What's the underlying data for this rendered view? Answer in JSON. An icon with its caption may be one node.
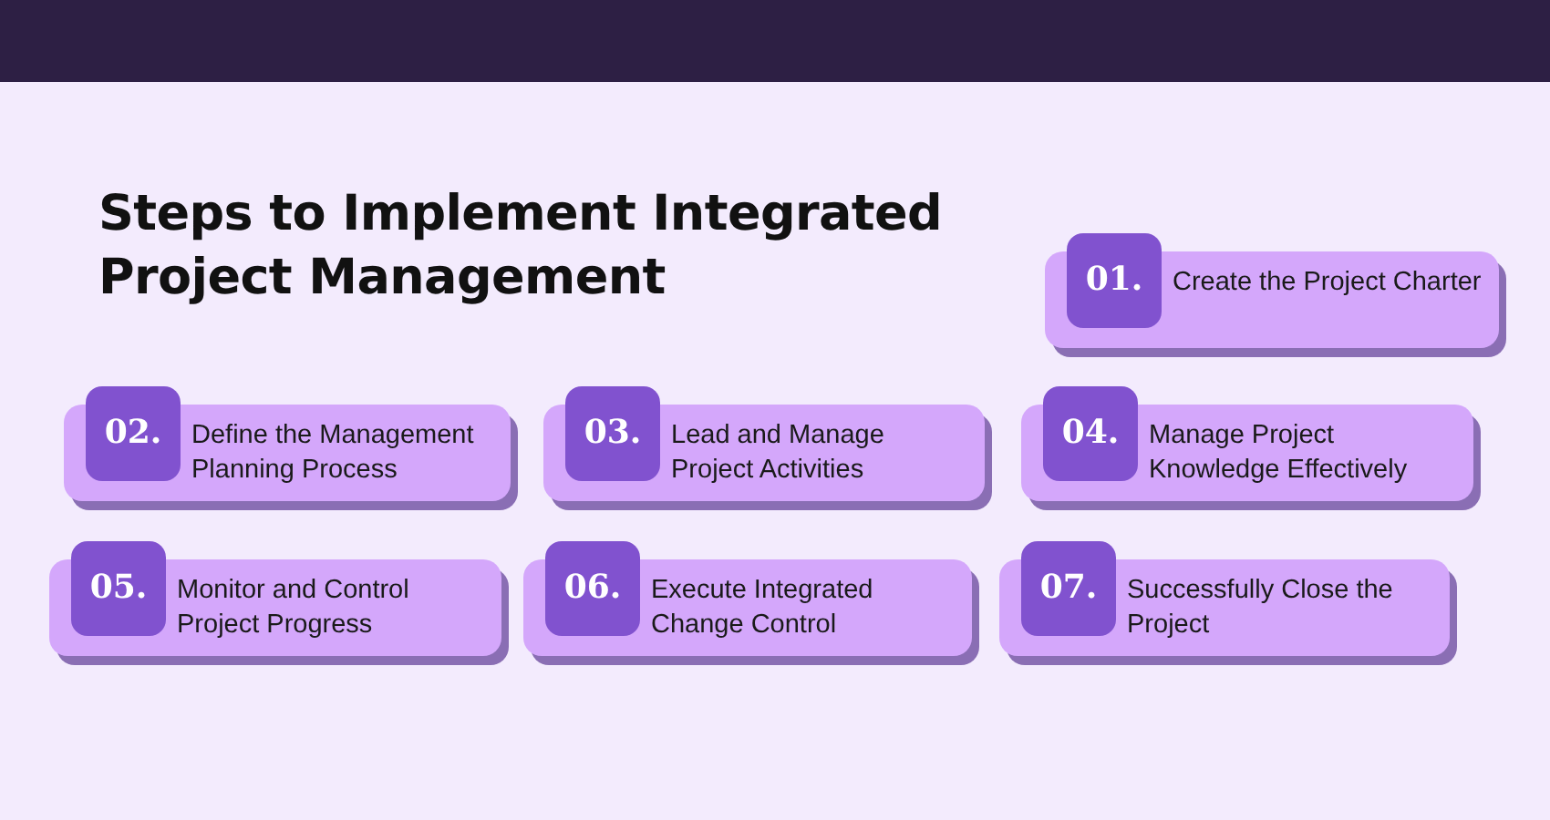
{
  "diagram": {
    "title": "Steps to Implement Integrated Project Management",
    "nodes": [
      {
        "text": [
          "01.",
          "Create the Project Charter"
        ]
      },
      {
        "text": [
          "02.",
          "Define the Management Planning Process"
        ]
      },
      {
        "text": [
          "03.",
          "Lead and Manage Project Activities"
        ]
      },
      {
        "text": [
          "04.",
          "Manage Project Knowledge Effectively"
        ]
      },
      {
        "text": [
          "05.",
          "Monitor and Control Project Progress"
        ]
      },
      {
        "text": [
          "06.",
          "Execute Integrated Change Control"
        ]
      },
      {
        "text": [
          "07.",
          "Successfully Close the Project"
        ]
      }
    ]
  }
}
